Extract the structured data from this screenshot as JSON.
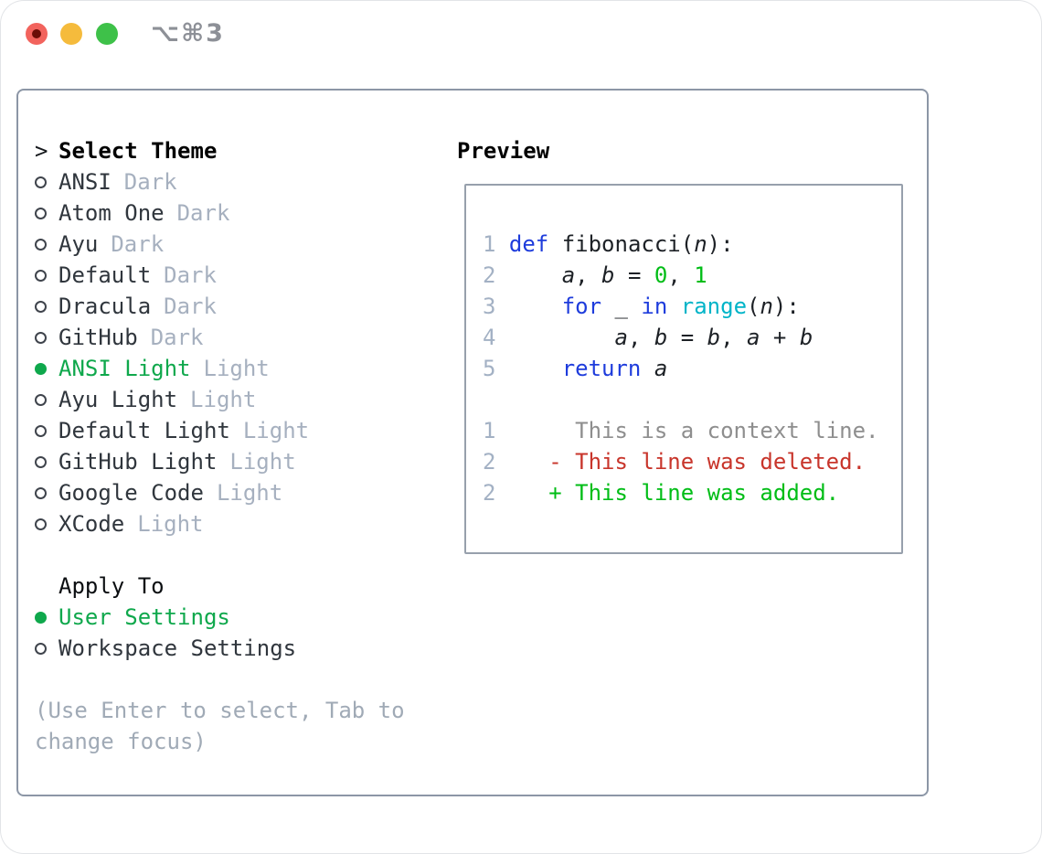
{
  "window": {
    "title": "⌥⌘3",
    "traffic_lights": {
      "close": "#f2635d",
      "close_dot": "#6b0d07",
      "minimize": "#f5bb3c",
      "zoom": "#3ec149"
    }
  },
  "colors": {
    "selection-green": "#0fa84c",
    "kw": "#1e3cdc",
    "fn": "#00b4c8",
    "num": "#00bd16",
    "add": "#00bd16",
    "del": "#c8352b",
    "ctx": "#8e8e8e",
    "lineno": "#a3b1c4",
    "code-plain": "#1d2126",
    "text-dark": "#30363d",
    "text-muted": "#a6b0bf",
    "panel-border": "#8c96a6",
    "title-gray": "#8d9097",
    "tl-close": "#f2635d",
    "tl-close-dot": "#6b0d07",
    "tl-min": "#f5bb3c",
    "tl-zoom": "#3ec149"
  },
  "theme_picker": {
    "prompt": ">",
    "title": "Select Theme",
    "themes": [
      {
        "name": "ANSI",
        "badge": "Dark",
        "selected": false
      },
      {
        "name": "Atom One",
        "badge": "Dark",
        "selected": false
      },
      {
        "name": "Ayu",
        "badge": "Dark",
        "selected": false
      },
      {
        "name": "Default",
        "badge": "Dark",
        "selected": false
      },
      {
        "name": "Dracula",
        "badge": "Dark",
        "selected": false
      },
      {
        "name": "GitHub",
        "badge": "Dark",
        "selected": false
      },
      {
        "name": "ANSI Light",
        "badge": "Light",
        "selected": true
      },
      {
        "name": "Ayu Light",
        "badge": "Light",
        "selected": false
      },
      {
        "name": "Default Light",
        "badge": "Light",
        "selected": false
      },
      {
        "name": "GitHub Light",
        "badge": "Light",
        "selected": false
      },
      {
        "name": "Google Code",
        "badge": "Light",
        "selected": false
      },
      {
        "name": "XCode",
        "badge": "Light",
        "selected": false
      }
    ],
    "apply_to": {
      "title": "Apply To",
      "options": [
        {
          "name": "User Settings",
          "selected": true
        },
        {
          "name": "Workspace Settings",
          "selected": false
        }
      ]
    },
    "help_lines": [
      "(Use Enter to select, Tab to",
      "change focus)"
    ]
  },
  "preview": {
    "title": "Preview",
    "code_lines": [
      {
        "num": "1",
        "tokens": [
          [
            "kw",
            "def"
          ],
          [
            "plain",
            " fibonacci("
          ],
          [
            "var",
            "n"
          ],
          [
            "plain",
            "):"
          ]
        ]
      },
      {
        "num": "2",
        "tokens": [
          [
            "plain",
            "    "
          ],
          [
            "var",
            "a"
          ],
          [
            "plain",
            ", "
          ],
          [
            "var",
            "b"
          ],
          [
            "plain",
            " = "
          ],
          [
            "num",
            "0"
          ],
          [
            "plain",
            ", "
          ],
          [
            "num",
            "1"
          ]
        ]
      },
      {
        "num": "3",
        "tokens": [
          [
            "plain",
            "    "
          ],
          [
            "kw",
            "for"
          ],
          [
            "plain",
            " _ "
          ],
          [
            "kw",
            "in"
          ],
          [
            "plain",
            " "
          ],
          [
            "fn",
            "range"
          ],
          [
            "plain",
            "("
          ],
          [
            "var",
            "n"
          ],
          [
            "plain",
            "):"
          ]
        ]
      },
      {
        "num": "4",
        "tokens": [
          [
            "plain",
            "        "
          ],
          [
            "var",
            "a"
          ],
          [
            "plain",
            ", "
          ],
          [
            "var",
            "b"
          ],
          [
            "plain",
            " = "
          ],
          [
            "var",
            "b"
          ],
          [
            "plain",
            ", "
          ],
          [
            "var",
            "a"
          ],
          [
            "plain",
            " + "
          ],
          [
            "var",
            "b"
          ]
        ]
      },
      {
        "num": "5",
        "tokens": [
          [
            "plain",
            "    "
          ],
          [
            "kw",
            "return"
          ],
          [
            "plain",
            " "
          ],
          [
            "var",
            "a"
          ]
        ]
      }
    ],
    "diff_lines": [
      {
        "num": "1",
        "tokens": [
          [
            "ctx",
            "     This is a context line."
          ]
        ]
      },
      {
        "num": "2",
        "tokens": [
          [
            "del",
            "   - This line was deleted."
          ]
        ]
      },
      {
        "num": "2",
        "tokens": [
          [
            "add",
            "   + This line was added."
          ]
        ]
      }
    ]
  }
}
